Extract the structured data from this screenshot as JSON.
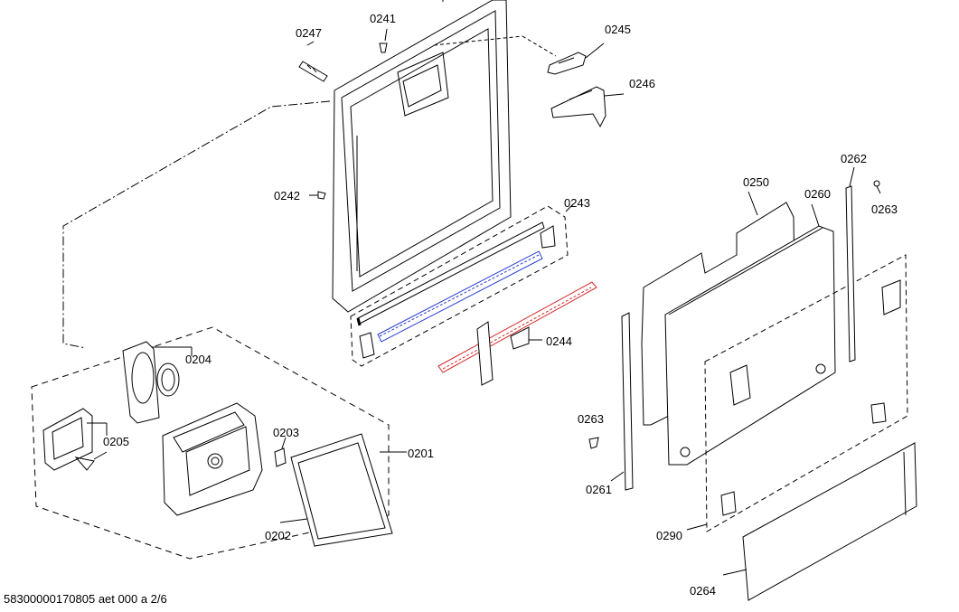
{
  "labels": {
    "p0247": "0247",
    "p0241": "0241",
    "p0245": "0245",
    "p0246": "0246",
    "p0242": "0242",
    "p0243": "0243",
    "p0244": "0244",
    "p0250": "0250",
    "p0260": "0260",
    "p0262": "0262",
    "p0263a": "0263",
    "p0263b": "0263",
    "p0261": "0261",
    "p0290": "0290",
    "p0264": "0264",
    "p0204": "0204",
    "p0205": "0205",
    "p0203": "0203",
    "p0201": "0201",
    "p0202": "0202"
  },
  "footer": {
    "code": "58300000170805 aet 000 a 2/6"
  },
  "colors": {
    "line": "#000000",
    "blue_part": "#2a3fd6",
    "red_part": "#d62a2a",
    "grey": "#888888"
  }
}
